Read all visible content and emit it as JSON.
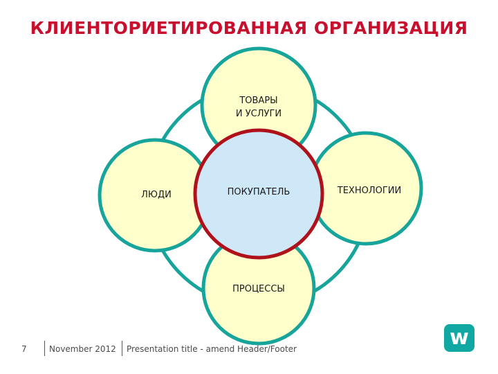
{
  "title": "КЛИЕНТОРИЕТИРОВАННАЯ ОРГАНИЗАЦИЯ",
  "colors": {
    "title": "#c8102e",
    "outer_circle_fill": "#ffffcc",
    "outer_circle_stroke": "#17a49b",
    "center_circle_fill": "#cfe8f7",
    "center_circle_stroke": "#b0121b",
    "logo_background": "#11a7a3"
  },
  "diagram": {
    "center": {
      "label": "ПОКУПАТЕЛЬ"
    },
    "top": {
      "line1": "ТОВАРЫ",
      "line2": "И УСЛУГИ"
    },
    "left": {
      "label": "ЛЮДИ"
    },
    "right": {
      "label": "ТЕХНОЛОГИИ"
    },
    "bottom": {
      "label": "ПРОЦЕССЫ"
    }
  },
  "footer": {
    "page_number": "7",
    "date": "November 2012",
    "presentation_title": "Presentation title - amend Header/Footer"
  },
  "logo": {
    "letter": "w",
    "icon": "watsons-logo-icon"
  }
}
